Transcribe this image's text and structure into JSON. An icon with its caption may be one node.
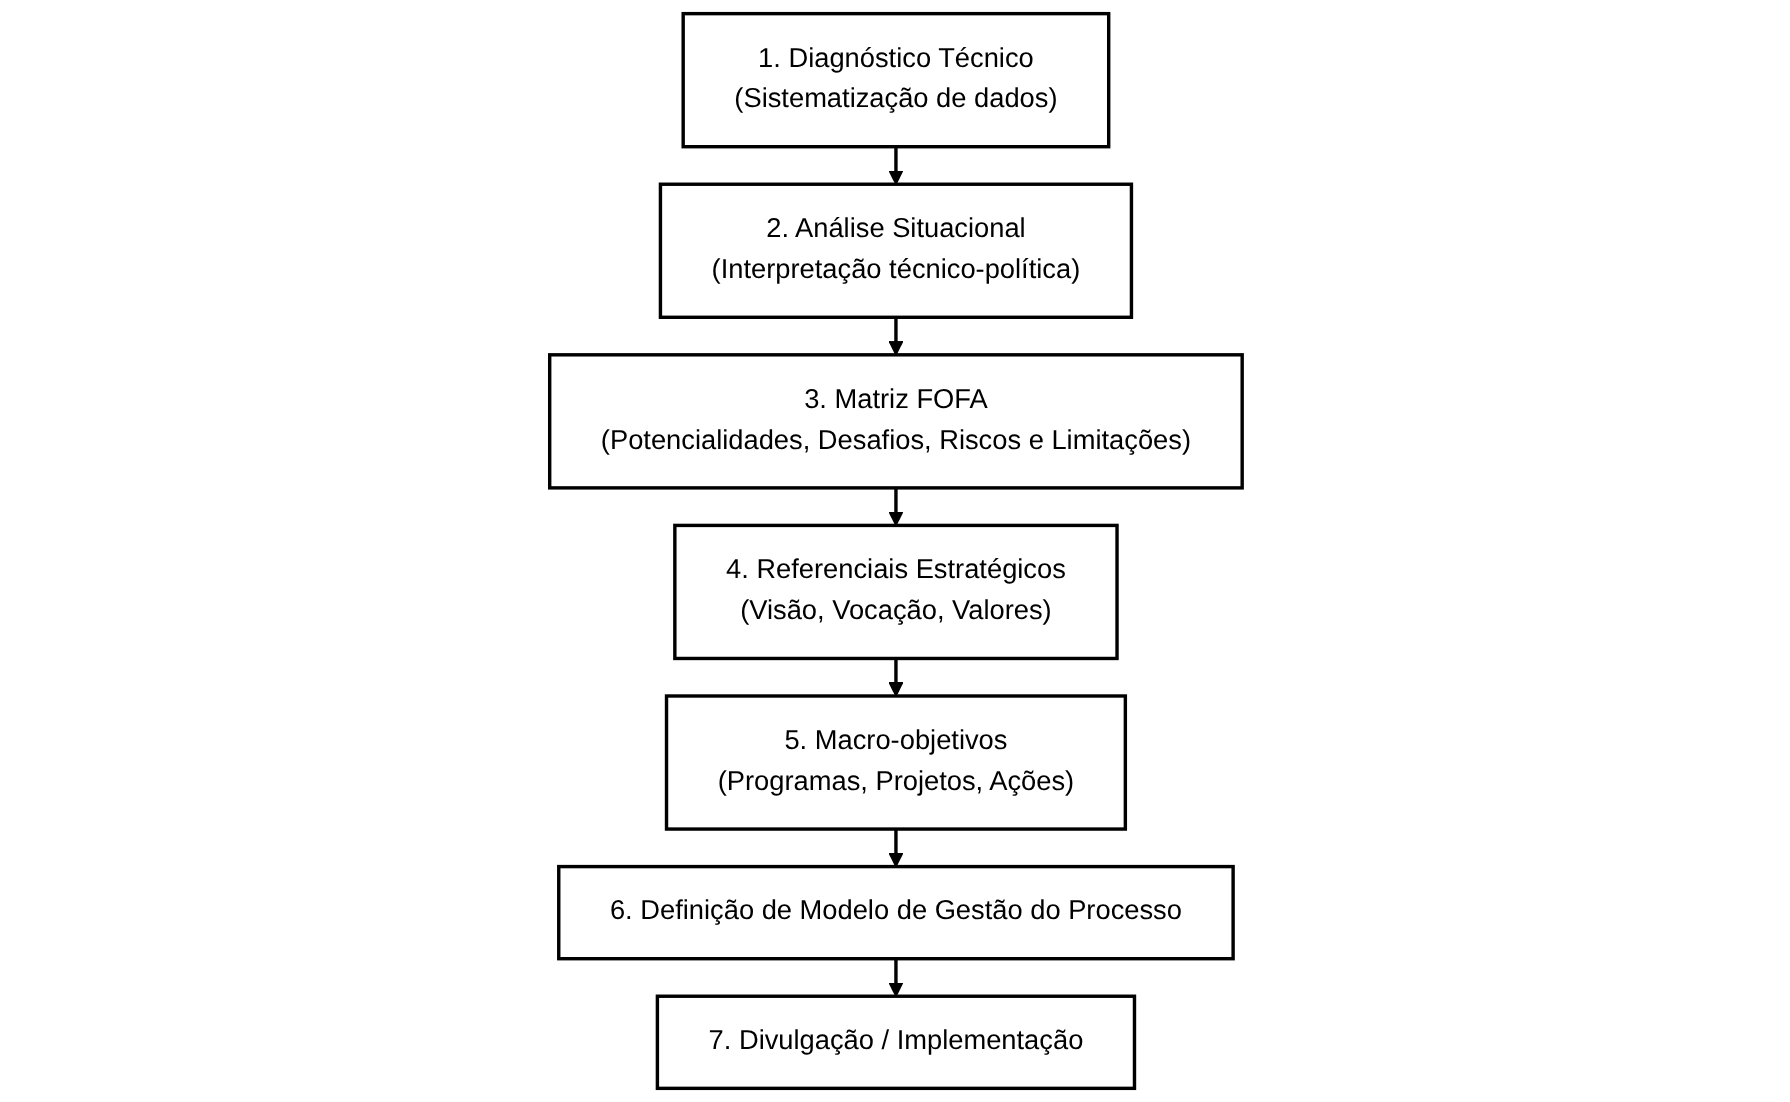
{
  "diagram": {
    "nodes": [
      {
        "text": [
          "1. Diagnóstico Técnico",
          "(Sistematização de dados)"
        ]
      },
      {
        "text": [
          "2. Análise Situacional",
          "(Interpretação técnico-política)"
        ]
      },
      {
        "text": [
          "3. Matriz FOFA",
          "(Potencialidades, Desafios, Riscos e Limitações)"
        ]
      },
      {
        "text": [
          "4. Referenciais Estratégicos",
          "(Visão, Vocação, Valores)"
        ]
      },
      {
        "text": [
          "5. Macro-objetivos",
          "(Programas, Projetos, Ações)"
        ]
      },
      {
        "text": [
          "6. Definição de Modelo de Gestão do Processo"
        ]
      },
      {
        "text": [
          "7. Divulgação / Implementação"
        ]
      }
    ],
    "edges": [
      {
        "from": 0,
        "to": 1,
        "arrow": "to"
      },
      {
        "from": 1,
        "to": 2,
        "arrow": "to"
      },
      {
        "from": 2,
        "to": 3,
        "arrow": "to"
      },
      {
        "from": 3,
        "to": 4,
        "arrow": "to"
      },
      {
        "from": 4,
        "to": 5,
        "arrow": "to"
      },
      {
        "from": 5,
        "to": 6,
        "arrow": "to"
      }
    ]
  }
}
